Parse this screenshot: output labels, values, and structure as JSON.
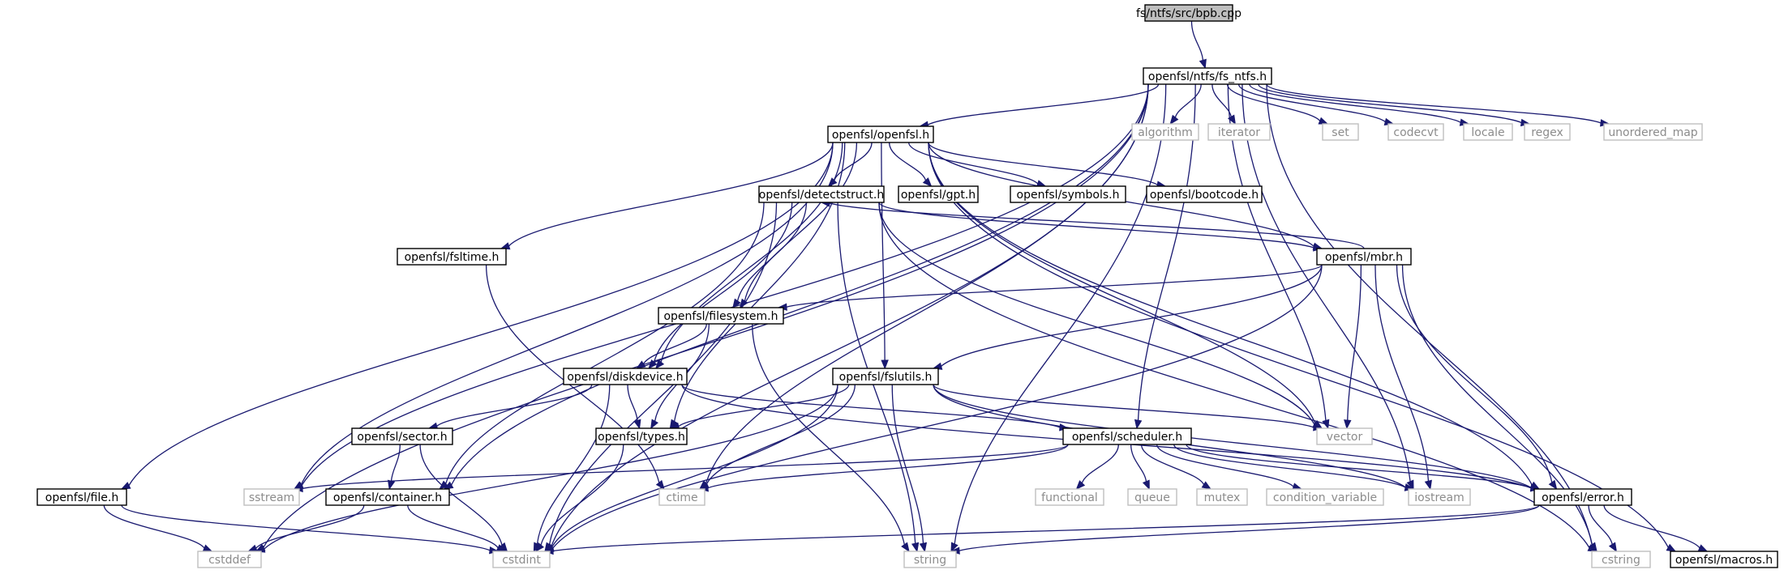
{
  "nodes": [
    {
      "id": "bpb",
      "label": "fs/ntfs/src/bpb.cpp",
      "kind": "root"
    },
    {
      "id": "fs_ntfs",
      "label": "openfsl/ntfs/fs_ntfs.h",
      "kind": "local"
    },
    {
      "id": "openfsl",
      "label": "openfsl/openfsl.h",
      "kind": "local"
    },
    {
      "id": "algorithm",
      "label": "algorithm",
      "kind": "ext"
    },
    {
      "id": "iterator",
      "label": "iterator",
      "kind": "ext"
    },
    {
      "id": "set",
      "label": "set",
      "kind": "ext"
    },
    {
      "id": "codecvt",
      "label": "codecvt",
      "kind": "ext"
    },
    {
      "id": "locale",
      "label": "locale",
      "kind": "ext"
    },
    {
      "id": "regex",
      "label": "regex",
      "kind": "ext"
    },
    {
      "id": "unordered_map",
      "label": "unordered_map",
      "kind": "ext"
    },
    {
      "id": "detectstruct",
      "label": "openfsl/detectstruct.h",
      "kind": "local"
    },
    {
      "id": "gpt",
      "label": "openfsl/gpt.h",
      "kind": "local"
    },
    {
      "id": "symbols",
      "label": "openfsl/symbols.h",
      "kind": "local"
    },
    {
      "id": "bootcode",
      "label": "openfsl/bootcode.h",
      "kind": "local"
    },
    {
      "id": "fsltime",
      "label": "openfsl/fsltime.h",
      "kind": "local"
    },
    {
      "id": "mbr",
      "label": "openfsl/mbr.h",
      "kind": "local"
    },
    {
      "id": "filesystem",
      "label": "openfsl/filesystem.h",
      "kind": "local"
    },
    {
      "id": "diskdevice",
      "label": "openfsl/diskdevice.h",
      "kind": "local"
    },
    {
      "id": "fslutils",
      "label": "openfsl/fslutils.h",
      "kind": "local"
    },
    {
      "id": "sector",
      "label": "openfsl/sector.h",
      "kind": "local"
    },
    {
      "id": "types",
      "label": "openfsl/types.h",
      "kind": "local"
    },
    {
      "id": "scheduler",
      "label": "openfsl/scheduler.h",
      "kind": "local"
    },
    {
      "id": "vector",
      "label": "vector",
      "kind": "ext"
    },
    {
      "id": "file",
      "label": "openfsl/file.h",
      "kind": "local"
    },
    {
      "id": "sstream",
      "label": "sstream",
      "kind": "ext"
    },
    {
      "id": "container",
      "label": "openfsl/container.h",
      "kind": "local"
    },
    {
      "id": "ctime",
      "label": "ctime",
      "kind": "ext"
    },
    {
      "id": "functional",
      "label": "functional",
      "kind": "ext"
    },
    {
      "id": "queue",
      "label": "queue",
      "kind": "ext"
    },
    {
      "id": "mutex",
      "label": "mutex",
      "kind": "ext"
    },
    {
      "id": "condition_variable",
      "label": "condition_variable",
      "kind": "ext"
    },
    {
      "id": "iostream",
      "label": "iostream",
      "kind": "ext"
    },
    {
      "id": "error",
      "label": "openfsl/error.h",
      "kind": "local"
    },
    {
      "id": "cstddef",
      "label": "cstddef",
      "kind": "ext"
    },
    {
      "id": "cstdint",
      "label": "cstdint",
      "kind": "ext"
    },
    {
      "id": "string",
      "label": "string",
      "kind": "ext"
    },
    {
      "id": "cstring",
      "label": "cstring",
      "kind": "ext"
    },
    {
      "id": "macros",
      "label": "openfsl/macros.h",
      "kind": "local"
    }
  ],
  "edges": [
    [
      "bpb",
      "fs_ntfs"
    ],
    [
      "fs_ntfs",
      "openfsl"
    ],
    [
      "fs_ntfs",
      "algorithm"
    ],
    [
      "fs_ntfs",
      "iterator"
    ],
    [
      "fs_ntfs",
      "set"
    ],
    [
      "fs_ntfs",
      "codecvt"
    ],
    [
      "fs_ntfs",
      "locale"
    ],
    [
      "fs_ntfs",
      "regex"
    ],
    [
      "fs_ntfs",
      "unordered_map"
    ],
    [
      "fs_ntfs",
      "iostream"
    ],
    [
      "fs_ntfs",
      "vector"
    ],
    [
      "fs_ntfs",
      "cstring"
    ],
    [
      "fs_ntfs",
      "sstream"
    ],
    [
      "fs_ntfs",
      "ctime"
    ],
    [
      "fs_ntfs",
      "cstddef"
    ],
    [
      "fs_ntfs",
      "cstdint"
    ],
    [
      "fs_ntfs",
      "string"
    ],
    [
      "fs_ntfs",
      "container"
    ],
    [
      "fs_ntfs",
      "scheduler"
    ],
    [
      "openfsl",
      "detectstruct"
    ],
    [
      "openfsl",
      "gpt"
    ],
    [
      "openfsl",
      "symbols"
    ],
    [
      "openfsl",
      "bootcode"
    ],
    [
      "openfsl",
      "fsltime"
    ],
    [
      "openfsl",
      "mbr"
    ],
    [
      "openfsl",
      "filesystem"
    ],
    [
      "openfsl",
      "diskdevice"
    ],
    [
      "openfsl",
      "fslutils"
    ],
    [
      "openfsl",
      "types"
    ],
    [
      "openfsl",
      "file"
    ],
    [
      "openfsl",
      "sstream"
    ],
    [
      "openfsl",
      "error"
    ],
    [
      "openfsl",
      "macros"
    ],
    [
      "openfsl",
      "vector"
    ],
    [
      "detectstruct",
      "mbr"
    ],
    [
      "detectstruct",
      "filesystem"
    ],
    [
      "detectstruct",
      "diskdevice"
    ],
    [
      "detectstruct",
      "vector"
    ],
    [
      "detectstruct",
      "string"
    ],
    [
      "detectstruct",
      "cstdint"
    ],
    [
      "detectstruct",
      "cstring"
    ],
    [
      "detectstruct",
      "container"
    ],
    [
      "mbr",
      "detectstruct"
    ],
    [
      "mbr",
      "filesystem"
    ],
    [
      "mbr",
      "fslutils"
    ],
    [
      "mbr",
      "vector"
    ],
    [
      "mbr",
      "iostream"
    ],
    [
      "mbr",
      "error"
    ],
    [
      "mbr",
      "cstring"
    ],
    [
      "mbr",
      "cstdint"
    ],
    [
      "fsltime",
      "ctime"
    ],
    [
      "filesystem",
      "diskdevice"
    ],
    [
      "filesystem",
      "types"
    ],
    [
      "filesystem",
      "string"
    ],
    [
      "diskdevice",
      "sector"
    ],
    [
      "diskdevice",
      "types"
    ],
    [
      "diskdevice",
      "scheduler"
    ],
    [
      "diskdevice",
      "cstdint"
    ],
    [
      "diskdevice",
      "error"
    ],
    [
      "fslutils",
      "types"
    ],
    [
      "fslutils",
      "vector"
    ],
    [
      "fslutils",
      "ctime"
    ],
    [
      "fslutils",
      "string"
    ],
    [
      "fslutils",
      "cstdint"
    ],
    [
      "fslutils",
      "cstddef"
    ],
    [
      "fslutils",
      "iostream"
    ],
    [
      "fslutils",
      "error"
    ],
    [
      "sector",
      "container"
    ],
    [
      "sector",
      "cstdint"
    ],
    [
      "types",
      "cstdint"
    ],
    [
      "scheduler",
      "functional"
    ],
    [
      "scheduler",
      "queue"
    ],
    [
      "scheduler",
      "mutex"
    ],
    [
      "scheduler",
      "condition_variable"
    ],
    [
      "scheduler",
      "iostream"
    ],
    [
      "scheduler",
      "error"
    ],
    [
      "scheduler",
      "sstream"
    ],
    [
      "scheduler",
      "ctime"
    ],
    [
      "file",
      "cstddef"
    ],
    [
      "file",
      "cstdint"
    ],
    [
      "container",
      "cstddef"
    ],
    [
      "container",
      "cstdint"
    ],
    [
      "error",
      "cstring"
    ],
    [
      "error",
      "string"
    ],
    [
      "error",
      "macros"
    ],
    [
      "error",
      "cstdint"
    ]
  ]
}
